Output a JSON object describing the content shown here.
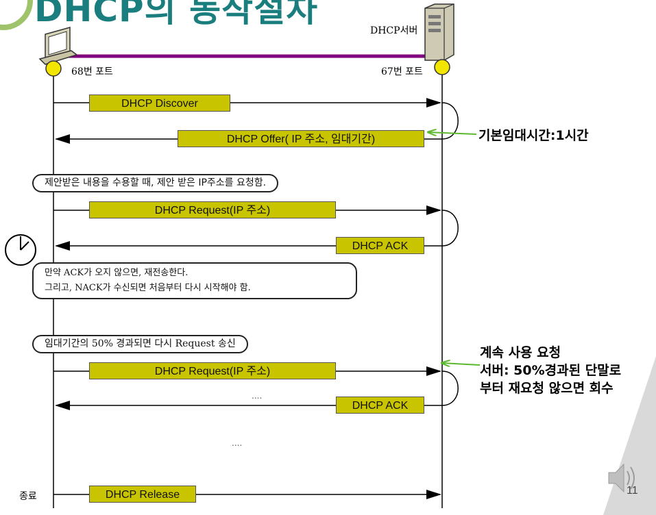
{
  "title": "DHCP의 동작절차",
  "server_label": "DHCP서버",
  "client_port": "68번 포트",
  "server_port": "67번 포트",
  "end_label": "종료",
  "page_number": "11",
  "messages": {
    "discover": "DHCP Discover",
    "offer": "DHCP Offer( IP 주소, 임대기간)",
    "request1": "DHCP Request(IP 주소)",
    "ack1": "DHCP ACK",
    "request2": "DHCP Request(IP 주소)",
    "ack2": "DHCP ACK",
    "release": "DHCP Release"
  },
  "notes": {
    "accept": "제안받은 내용을 수용할 때, 제안 받은 IP주소를 요청함.",
    "retry_line1": "만약 ACK가 오지 않으면, 재전송한다.",
    "retry_line2": "그리고, NACK가 수신되면 처음부터 다시 시작해야 함.",
    "renew": "임대기간의 50% 경과되면 다시 Request 송신"
  },
  "callouts": {
    "lease": "기본임대시간:1시간",
    "renew_line1": "계속 사용 요청",
    "renew_line2": "서버: 50%경과된 단말로",
    "renew_line3": "부터 재요청 않으면 회수"
  },
  "ellipsis_1": "....",
  "ellipsis_2": "....",
  "colors": {
    "title": "#1b7e7e",
    "message_fill": "#c9c400",
    "link_line": "#800080",
    "callout_arrow": "#5cb82e",
    "port_dot": "#f2e600"
  },
  "icons": [
    "client-computer-icon",
    "server-tower-icon",
    "timer-clock-icon",
    "speaker-icon"
  ]
}
